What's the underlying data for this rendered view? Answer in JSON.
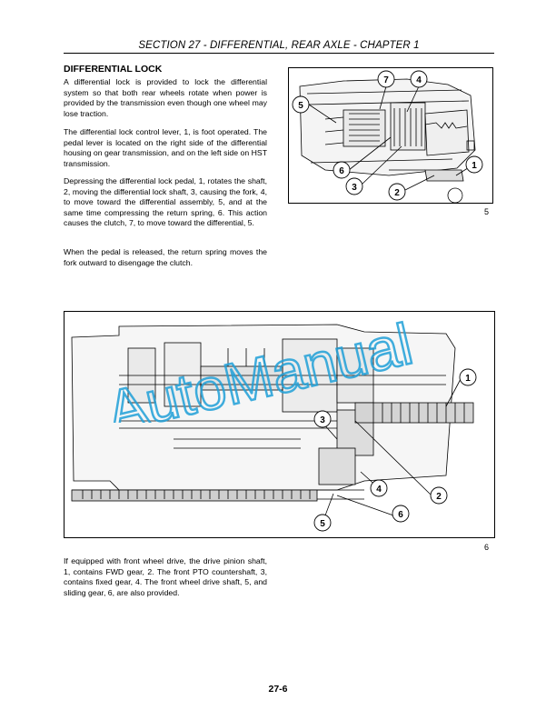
{
  "header": {
    "section_title": "SECTION 27 - DIFFERENTIAL, REAR AXLE - CHAPTER 1"
  },
  "content": {
    "heading": "DIFFERENTIAL LOCK",
    "paragraphs": [
      "A differential lock is provided to lock the differential system so that both rear wheels rotate when power is provided by the transmission even though one wheel may lose traction.",
      "The differential lock control lever, 1, is foot operated. The pedal lever is located on the right side of the differential housing on gear transmission, and on the left side on HST transmission.",
      "Depressing the differential lock pedal, 1, rotates the shaft, 2, moving the differential lock shaft, 3, causing the fork, 4, to move toward the differential assembly, 5, and at the same time compressing the return spring, 6. This action causes the clutch, 7, to move toward the differential, 5.",
      "When the pedal is released, the return spring moves the fork outward to disengage the clutch.",
      "If equipped with front wheel drive, the drive pinion shaft, 1, contains FWD gear, 2. The front PTO countershaft, 3, contains fixed gear, 4. The front wheel drive shaft, 5, and sliding gear, 6, are also provided."
    ]
  },
  "figures": {
    "fig5": {
      "number": "5",
      "callouts": [
        "7",
        "4",
        "5",
        "6",
        "3",
        "2",
        "1"
      ]
    },
    "fig6": {
      "number": "6",
      "callouts": [
        "1",
        "3",
        "4",
        "2",
        "5",
        "6"
      ]
    }
  },
  "footer": {
    "page_number": "27-6"
  },
  "watermark": {
    "text": "AutoManual",
    "color": "#20a0d8"
  }
}
